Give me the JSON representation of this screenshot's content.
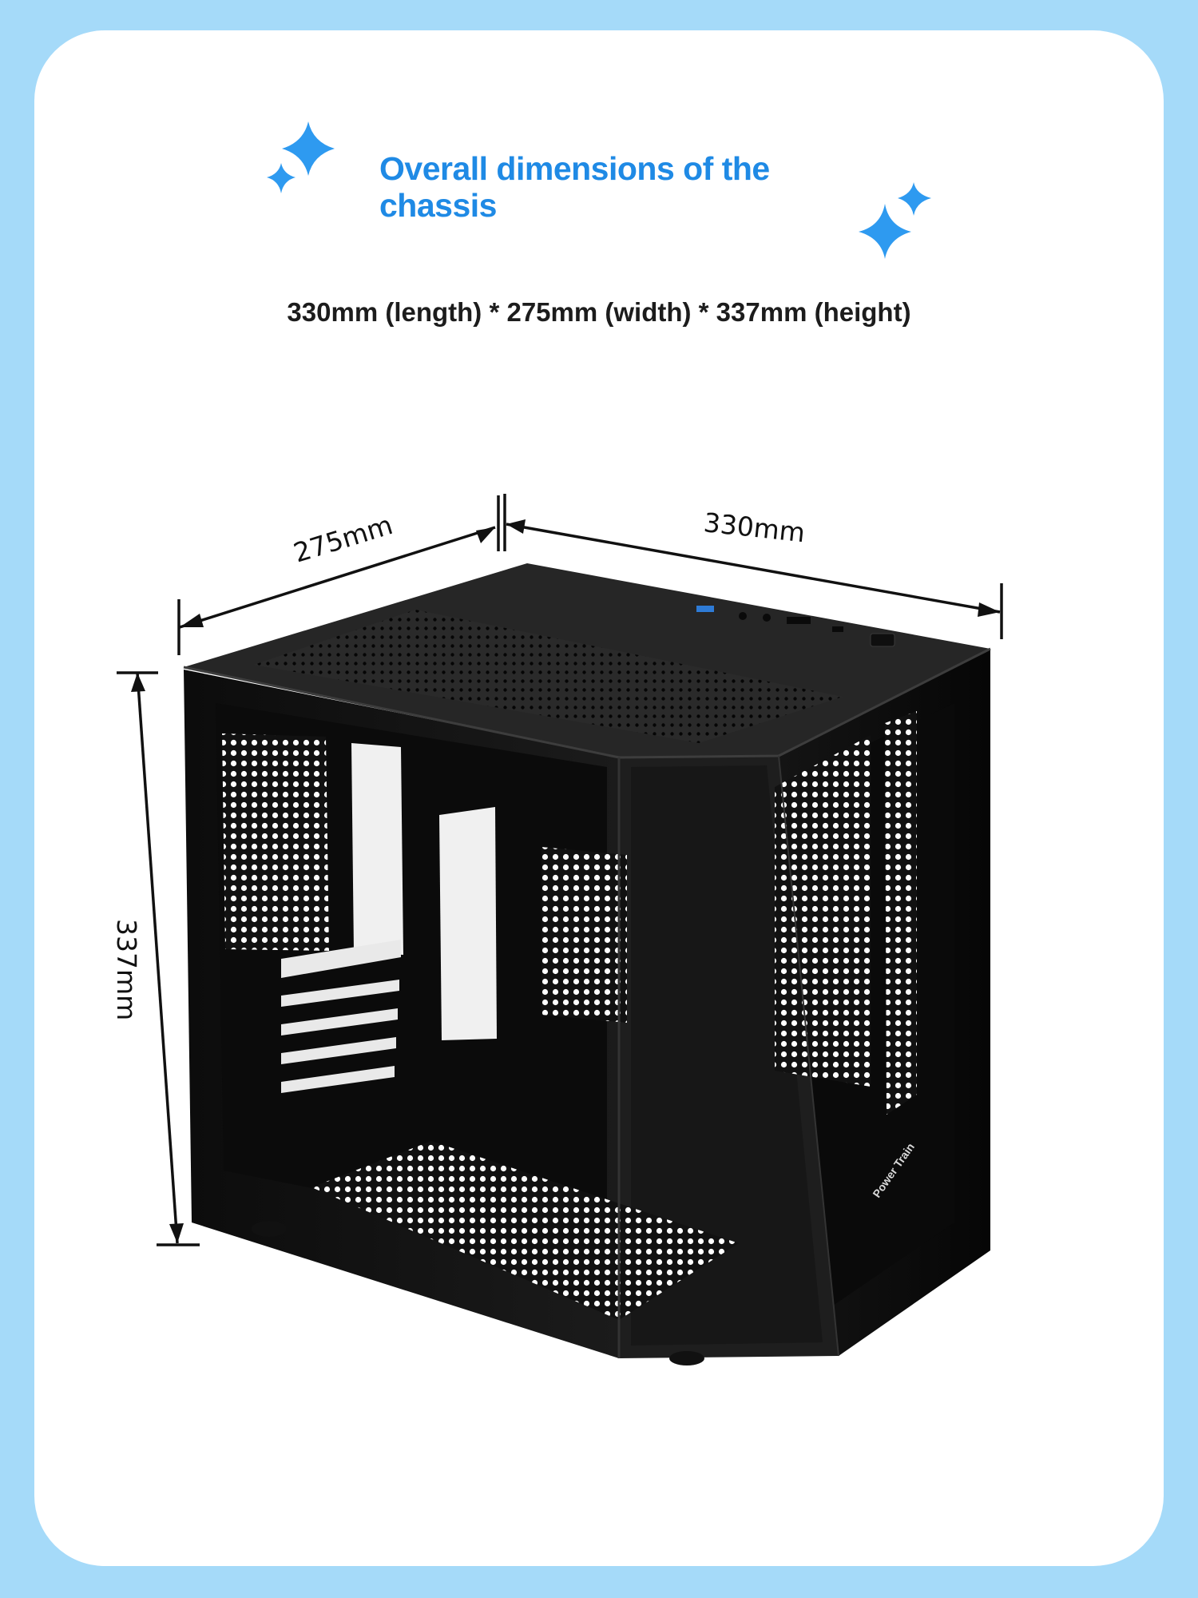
{
  "header": {
    "title": "Overall dimensions of the chassis",
    "subtitle": "330mm (length) * 275mm (width) * 337mm (height)"
  },
  "dimensions": {
    "width_label": "275mm",
    "length_label": "330mm",
    "height_label": "337mm"
  },
  "product": {
    "brand_text": "Power Train"
  },
  "colors": {
    "background": "#a5daf9",
    "card": "#ffffff",
    "accent": "#1f8ae5",
    "sparkle": "#2e9af0"
  },
  "icons": [
    "sparkle-icon",
    "sparkle-icon"
  ]
}
